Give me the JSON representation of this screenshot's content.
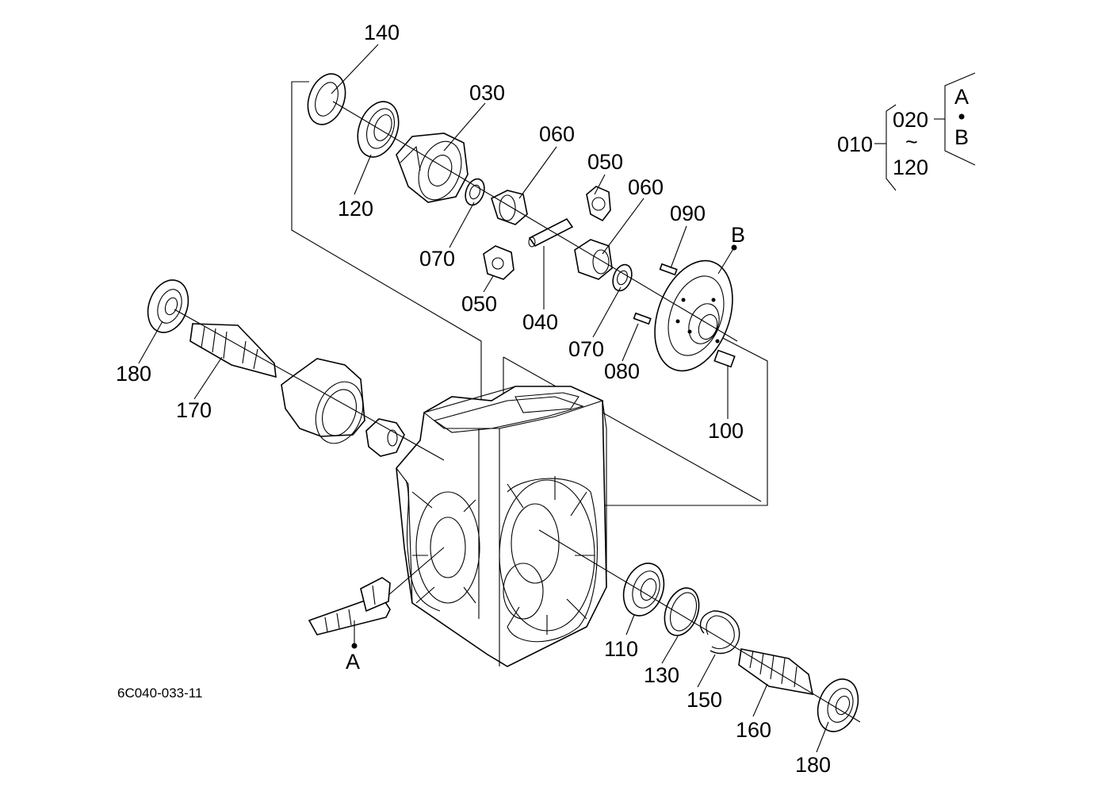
{
  "diagram_code": "6C040-033-11",
  "callouts": {
    "c140": "140",
    "c030": "030",
    "c120": "120",
    "c060a": "060",
    "c050a": "050",
    "c060b": "060",
    "c090": "090",
    "cB": "B",
    "c070a": "070",
    "c050b": "050",
    "c040": "040",
    "c070b": "070",
    "c080": "080",
    "c100": "100",
    "c180a": "180",
    "c170": "170",
    "c110": "110",
    "c130": "130",
    "c150": "150",
    "c160": "160",
    "c180b": "180",
    "cA": "A"
  },
  "legend": {
    "assembly": "010",
    "range_start": "020",
    "range_tilde": "~",
    "range_end": "120",
    "ref_a": "A",
    "ref_b": "B"
  }
}
